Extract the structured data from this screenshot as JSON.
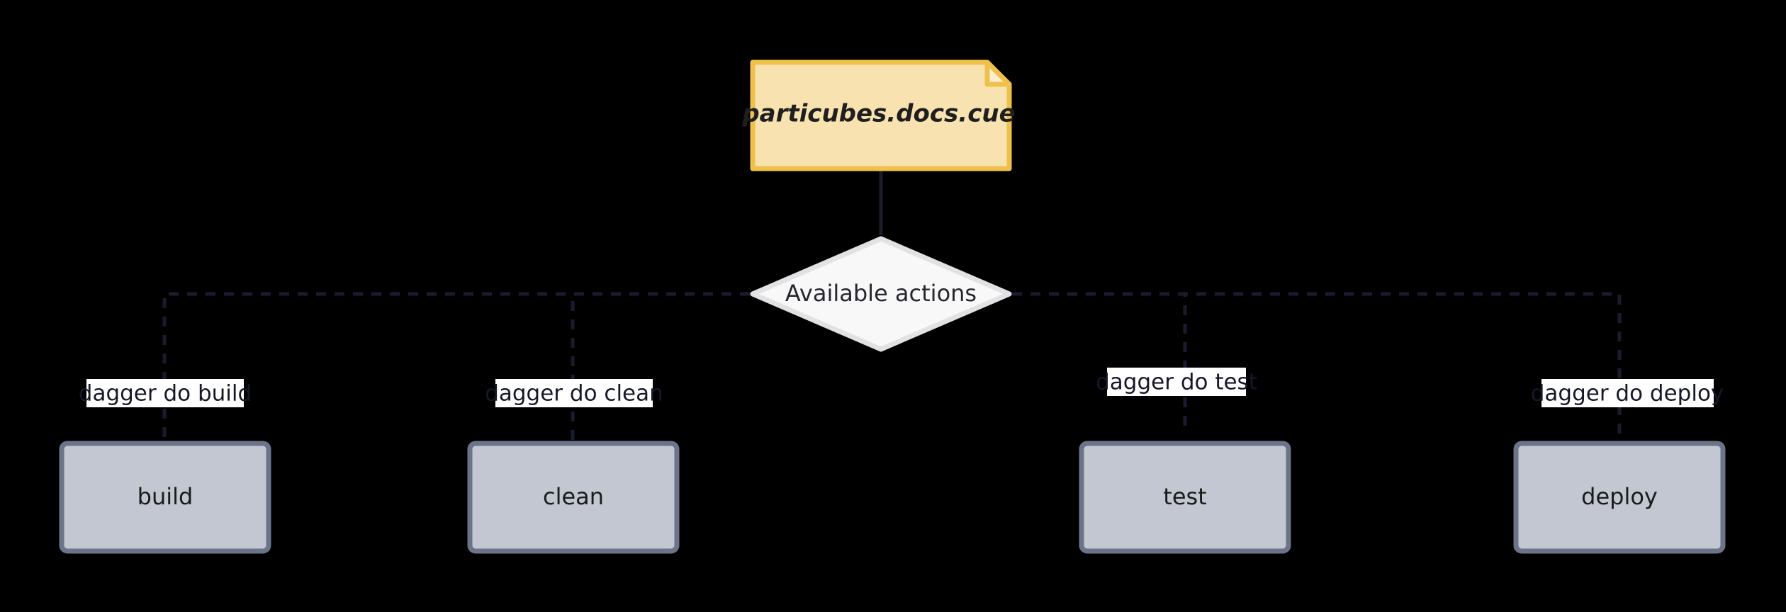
{
  "diagram": {
    "type": "flowchart",
    "direction": "top-down",
    "background_color": "#000000",
    "source_note": {
      "label": "particubes.docs.cue",
      "shape": "note",
      "fill_color": "#f7e2b0",
      "border_color": "#efc14b",
      "text_color": "#1f1f1f"
    },
    "decision": {
      "label": "Available actions",
      "shape": "diamond",
      "fill_color": "#f8f8f8",
      "border_color": "#e2e2e4",
      "text_color": "#262730"
    },
    "edges": [
      {
        "from": "particubes.docs.cue",
        "to": "Available actions",
        "style": "solid",
        "label": ""
      },
      {
        "from": "Available actions",
        "to": "build",
        "style": "dashed",
        "label": "dagger do build"
      },
      {
        "from": "Available actions",
        "to": "clean",
        "style": "dashed",
        "label": "dagger do clean"
      },
      {
        "from": "Available actions",
        "to": "test",
        "style": "dashed",
        "label": "dagger do test"
      },
      {
        "from": "Available actions",
        "to": "deploy",
        "style": "dashed",
        "label": "dagger do deploy"
      }
    ],
    "actions": [
      {
        "id": "build",
        "label": "build",
        "command": "dagger do build",
        "fill_color": "#c2c7d2",
        "border_color": "#6b7489",
        "text_color": "#1b1b1b"
      },
      {
        "id": "clean",
        "label": "clean",
        "command": "dagger do clean",
        "fill_color": "#c2c7d2",
        "border_color": "#6b7489",
        "text_color": "#1b1b1b"
      },
      {
        "id": "test",
        "label": "test",
        "command": "dagger do test",
        "fill_color": "#c2c7d2",
        "border_color": "#6b7489",
        "text_color": "#1b1b1b"
      },
      {
        "id": "deploy",
        "label": "deploy",
        "command": "dagger do deploy",
        "fill_color": "#c2c7d2",
        "border_color": "#6b7489",
        "text_color": "#1b1b1b"
      }
    ]
  }
}
